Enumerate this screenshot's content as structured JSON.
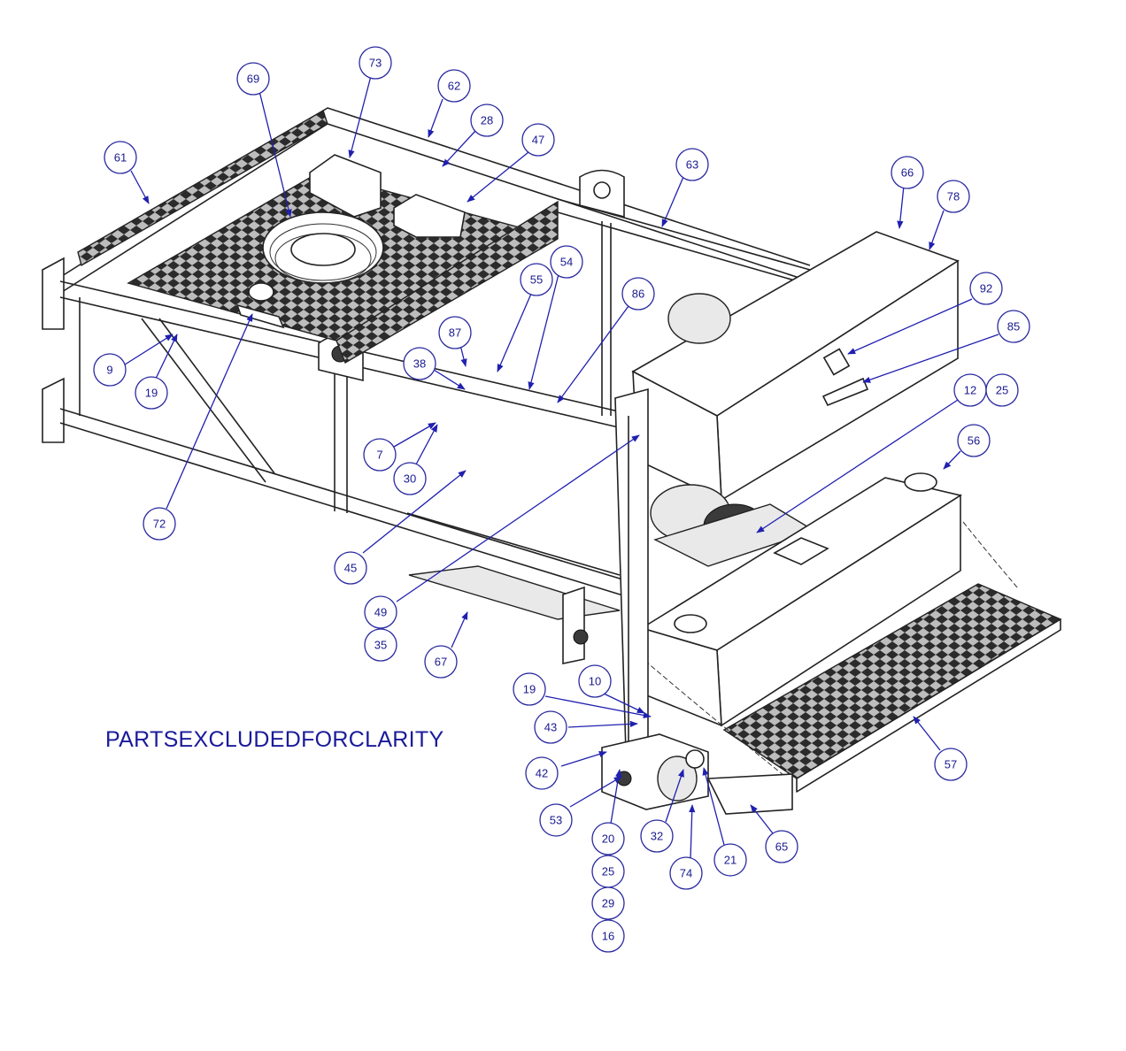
{
  "note": "PARTSEXCLUDEDFORCLARITY",
  "colors": {
    "callout": "#1a1a90",
    "line": "#222222"
  },
  "callouts": [
    "61",
    "69",
    "73",
    "62",
    "28",
    "47",
    "63",
    "66",
    "78",
    "92",
    "85",
    "9",
    "19",
    "72",
    "55",
    "54",
    "86",
    "87",
    "38",
    "7",
    "30",
    "45",
    "49",
    "35",
    "67",
    "12",
    "25",
    "56",
    "19",
    "10",
    "43",
    "42",
    "53",
    "20",
    "25",
    "29",
    "16",
    "32",
    "74",
    "21",
    "65",
    "57"
  ]
}
